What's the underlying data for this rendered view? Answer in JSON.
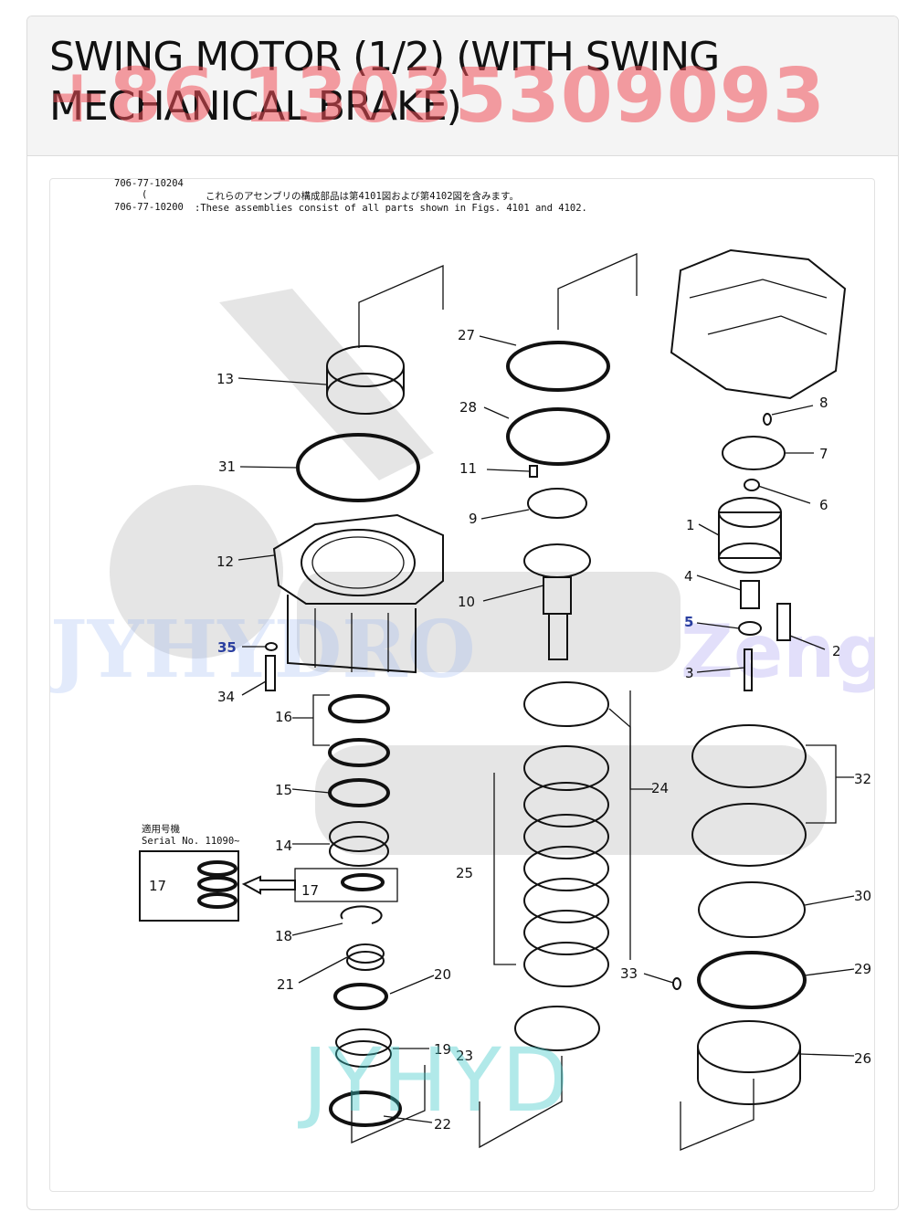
{
  "header": {
    "title": "SWING MOTOR (1/2) (WITH SWING MECHANICAL BRAKE)",
    "watermark_phone": "+86 13035309093"
  },
  "diagram": {
    "header_lines": [
      "706-77-10204",
      "(",
      "706-77-10200",
      "これらのアセンブリの構成部品は第4101図および第4102図を含みます。",
      ":These assemblies consist of all parts shown in Figs. 4101 and 4102."
    ],
    "serial_jp": "適用号機",
    "serial_label": "Serial No. 11090~",
    "watermarks": {
      "jyhydro": "JYHYDRO",
      "zeng": "Zeng",
      "jyhyd": "JYHYD"
    },
    "labels": [
      "1",
      "2",
      "3",
      "4",
      "5",
      "6",
      "7",
      "8",
      "9",
      "10",
      "11",
      "12",
      "13",
      "14",
      "15",
      "16",
      "17",
      "17",
      "18",
      "19",
      "20",
      "21",
      "22",
      "23",
      "24",
      "25",
      "26",
      "27",
      "28",
      "29",
      "30",
      "31",
      "32",
      "33",
      "34",
      "35"
    ]
  },
  "colors": {
    "blue_callout": "#2a3fa0",
    "phone_watermark": "#f0505a"
  }
}
